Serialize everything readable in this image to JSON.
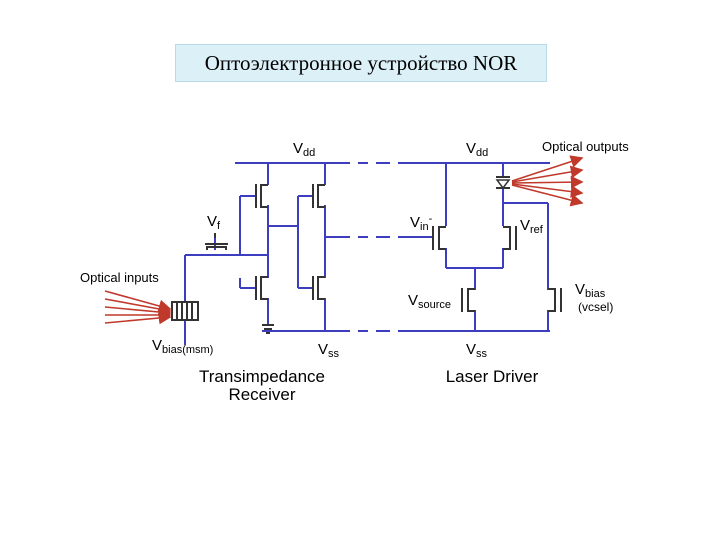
{
  "title": "Оптоэлектронное устройство NOR",
  "labels": {
    "vdd_left": "V",
    "vdd_left_sub": "dd",
    "vdd_right": "V",
    "vdd_right_sub": "dd",
    "optical_outputs": "Optical outputs",
    "vf": "V",
    "vf_sub": "f",
    "vin": "V",
    "vin_sub": "in",
    "vin_sup": "-",
    "vref": "V",
    "vref_sub": "ref",
    "optical_inputs": "Optical inputs",
    "vbias_right": "V",
    "vbias_right_sub": "bias",
    "vcsel": "(vcsel)",
    "vsource": "V",
    "vsource_sub": "source",
    "vbias_msm": "V",
    "vbias_msm_sub": "bias(msm)",
    "vss_left": "V",
    "vss_left_sub": "ss",
    "vss_right": "V",
    "vss_right_sub": "ss",
    "receiver_line1": "Transimpedance",
    "receiver_line2": "Receiver",
    "driver": "Laser Driver"
  },
  "colors": {
    "wire": "#3d3dbf",
    "device": "#333333",
    "arrow": "#c0392b",
    "title_bg": "#dcf0f7"
  }
}
